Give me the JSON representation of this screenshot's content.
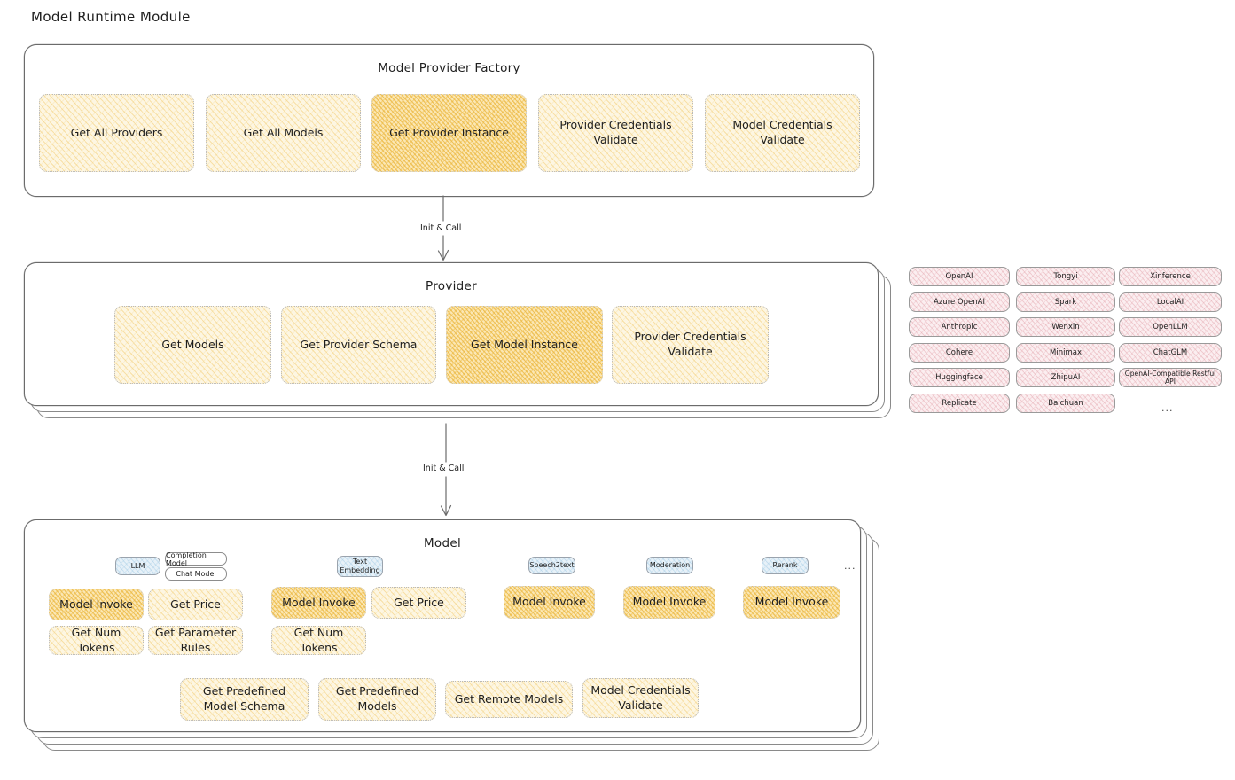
{
  "page": {
    "title": "Model Runtime Module"
  },
  "sections": {
    "factory": {
      "title": "Model Provider Factory"
    },
    "provider": {
      "title": "Provider"
    },
    "model": {
      "title": "Model"
    }
  },
  "factory_boxes": [
    {
      "label": "Get All Providers",
      "highlighted": false
    },
    {
      "label": "Get All Models",
      "highlighted": false
    },
    {
      "label": "Get Provider Instance",
      "highlighted": true
    },
    {
      "label": "Provider Credentials Validate",
      "highlighted": false
    },
    {
      "label": "Model Credentials Validate",
      "highlighted": false
    }
  ],
  "provider_boxes": [
    {
      "label": "Get Models",
      "highlighted": false
    },
    {
      "label": "Get Provider Schema",
      "highlighted": false
    },
    {
      "label": "Get Model Instance",
      "highlighted": true
    },
    {
      "label": "Provider Credentials Validate",
      "highlighted": false
    }
  ],
  "arrows": [
    {
      "label": "Init & Call",
      "from": "factory",
      "to": "provider"
    },
    {
      "label": "Init & Call",
      "from": "provider",
      "to": "model"
    }
  ],
  "provider_list": {
    "columns": [
      {
        "items": [
          "OpenAI",
          "Azure OpenAI",
          "Anthropic",
          "Cohere",
          "Huggingface",
          "Replicate"
        ]
      },
      {
        "items": [
          "Tongyi",
          "Spark",
          "Wenxin",
          "Minimax",
          "ZhipuAI",
          "Baichuan"
        ]
      },
      {
        "items": [
          "Xinference",
          "LocalAI",
          "OpenLLM",
          "ChatGLM",
          "OpenAI-Compatible Restful API"
        ]
      }
    ],
    "more": "..."
  },
  "model_types": [
    {
      "chip": "LLM",
      "sub_chips": [
        "Completion Model",
        "Chat Model"
      ],
      "ops_row1": [
        {
          "label": "Model Invoke",
          "highlighted": true
        },
        {
          "label": "Get Price",
          "highlighted": false
        }
      ],
      "ops_row2": [
        {
          "label": "Get Num Tokens",
          "highlighted": false
        },
        {
          "label": "Get Parameter Rules",
          "highlighted": false
        }
      ]
    },
    {
      "chip": "Text Embedding",
      "sub_chips": [],
      "ops_row1": [
        {
          "label": "Model Invoke",
          "highlighted": true
        },
        {
          "label": "Get Price",
          "highlighted": false
        }
      ],
      "ops_row2": [
        {
          "label": "Get Num Tokens",
          "highlighted": false
        }
      ]
    },
    {
      "chip": "Speech2text",
      "sub_chips": [],
      "ops_row1": [
        {
          "label": "Model Invoke",
          "highlighted": true
        }
      ],
      "ops_row2": []
    },
    {
      "chip": "Moderation",
      "sub_chips": [],
      "ops_row1": [
        {
          "label": "Model Invoke",
          "highlighted": true
        }
      ],
      "ops_row2": []
    },
    {
      "chip": "Rerank",
      "sub_chips": [],
      "ops_row1": [
        {
          "label": "Model Invoke",
          "highlighted": true
        }
      ],
      "ops_row2": []
    }
  ],
  "model_types_more": "...",
  "model_common_boxes": [
    {
      "label": "Get Predefined Model Schema"
    },
    {
      "label": "Get Predefined Models"
    },
    {
      "label": "Get Remote Models"
    },
    {
      "label": "Model Credentials Validate"
    }
  ],
  "colors": {
    "box_fill": "#fdf6e2",
    "box_fill_highlight": "#fbe7b4",
    "hatch": "#f3cd74",
    "hatch_highlight": "#ebb73e",
    "provider_tag_fill": "#fbeef0",
    "provider_tag_hatch": "#e2a0a8",
    "model_chip_fill": "#e7f1f8",
    "model_chip_hatch": "#96c4e2",
    "stroke": "#6b6b6b",
    "text": "#1e1e1e",
    "background": "#ffffff"
  }
}
